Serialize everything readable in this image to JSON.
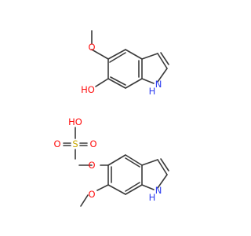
{
  "colors": {
    "bond": "#3a3a3a",
    "oxygen": "#ff0d0d",
    "nitrogen": "#2e3ef0",
    "sulfur": "#c8a800"
  },
  "molecule1": {
    "labels": {
      "methoxy_o": "O",
      "hydroxyl": "HO",
      "nh": "N",
      "nh_h": "H"
    }
  },
  "molecule2": {
    "labels": {
      "acid_oh": "HO",
      "s": "S",
      "o_left": "O",
      "o_right": "O",
      "o_bridge": "O",
      "methoxy_o": "O",
      "nh": "N",
      "nh_h": "H"
    }
  }
}
